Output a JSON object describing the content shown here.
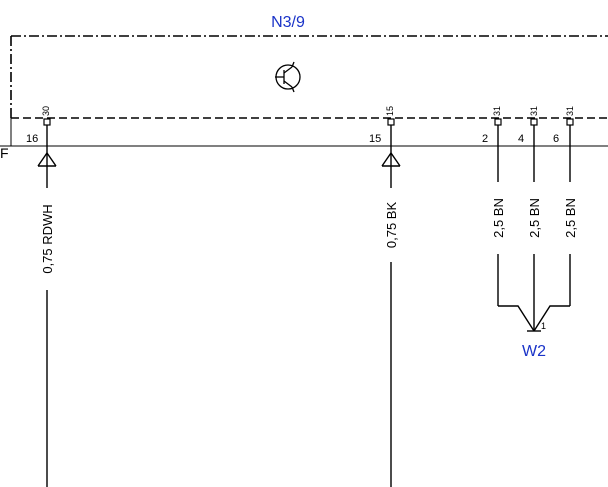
{
  "component": {
    "name": "N3/9",
    "ground_name": "W2",
    "ground_pin": "1"
  },
  "connector": {
    "edge_label": "F"
  },
  "pins": [
    {
      "internal": "30",
      "connector": "16",
      "wire": "0,75 RDWH"
    },
    {
      "internal": "15",
      "connector": "15",
      "wire": "0,75 BK"
    },
    {
      "internal": "31",
      "connector": "2",
      "wire": "2,5 BN"
    },
    {
      "internal": "31",
      "connector": "4",
      "wire": "2,5 BN"
    },
    {
      "internal": "31",
      "connector": "6",
      "wire": "2,5 BN"
    }
  ],
  "icons": {
    "component_symbol": "transistor-icon",
    "plug_symbol": "connector-arrow-icon"
  }
}
